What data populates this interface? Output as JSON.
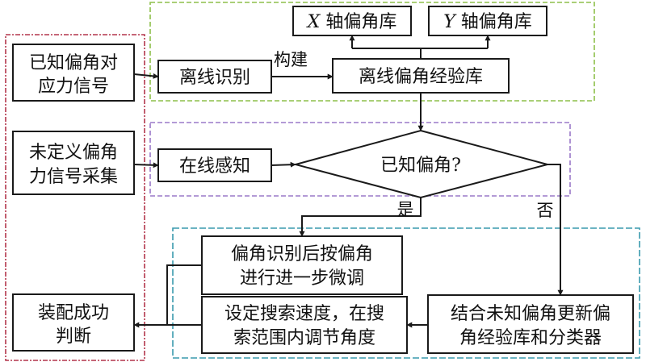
{
  "colors": {
    "red_group": "#b3354b",
    "green_group": "#8dbf4a",
    "purple_group": "#9a78c8",
    "teal_group": "#3a9aae",
    "line": "#1a1a1a"
  },
  "nodes": {
    "known_signal": [
      "已知偏角对",
      "应力信号"
    ],
    "undefined_signal": [
      "未定义偏角",
      "力信号采集"
    ],
    "assembly_success": [
      "装配成功",
      "判断"
    ],
    "offline_identify": "离线识别",
    "offline_library": "离线偏角经验库",
    "x_library": {
      "var": "X",
      "text": " 轴偏角库"
    },
    "y_library": {
      "var": "Y",
      "text": " 轴偏角库"
    },
    "online_sense": "在线感知",
    "decision": "已知偏角?",
    "fine_tune": [
      "偏角识别后按偏角",
      "进行进一步微调"
    ],
    "set_search": [
      "设定搜索速度，在搜",
      "索范围内调节角度"
    ],
    "update_library": [
      "结合未知偏角更新偏",
      "角经验库和分类器"
    ]
  },
  "edge_labels": {
    "build": "构建",
    "yes": "是",
    "no": "否"
  }
}
